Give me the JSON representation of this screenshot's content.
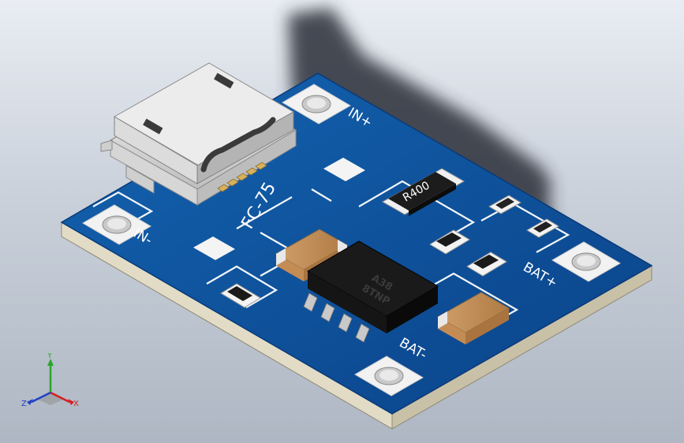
{
  "board": {
    "silkscreen": {
      "in_plus": "IN+",
      "in_minus": "IN-",
      "bat_plus": "BAT+",
      "bat_minus": "BAT-",
      "part_ref": "FC-75"
    },
    "resistor_label": "R400",
    "chip_lines": [
      "A38",
      "8TNP"
    ]
  },
  "triad": {
    "x": "X",
    "y": "Y",
    "z": "Z"
  },
  "colors": {
    "pcb": "#0d4f98",
    "pcb_edge": "#d8d2bd",
    "silkscreen": "#ffffff",
    "capacitor": "#c8935a",
    "chip": "#111111"
  }
}
